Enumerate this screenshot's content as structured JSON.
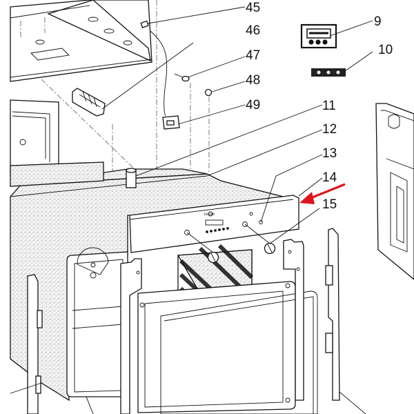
{
  "diagram": {
    "title": "Oven exploded parts diagram",
    "highlight_color": "#e0141c",
    "highlighted_part": "14",
    "callouts": [
      {
        "id": "c45",
        "label": "45",
        "part": "cable-clip"
      },
      {
        "id": "c46",
        "label": "46",
        "part": "terminal-block"
      },
      {
        "id": "c47",
        "label": "47",
        "part": "thermal-fuse"
      },
      {
        "id": "c48",
        "label": "48",
        "part": "lamp-holder"
      },
      {
        "id": "c49",
        "label": "49",
        "part": "connector-box"
      },
      {
        "id": "c9",
        "label": "9",
        "part": "electronic-timer"
      },
      {
        "id": "c10",
        "label": "10",
        "part": "button-strip"
      },
      {
        "id": "c11",
        "label": "11",
        "part": "spacer-post"
      },
      {
        "id": "c12",
        "label": "12",
        "part": "oven-cavity"
      },
      {
        "id": "c13",
        "label": "13",
        "part": "control-knob-small"
      },
      {
        "id": "c14",
        "label": "14",
        "part": "control-panel"
      },
      {
        "id": "c15",
        "label": "15",
        "part": "control-knob"
      }
    ],
    "panel_brand": "Indesit"
  }
}
